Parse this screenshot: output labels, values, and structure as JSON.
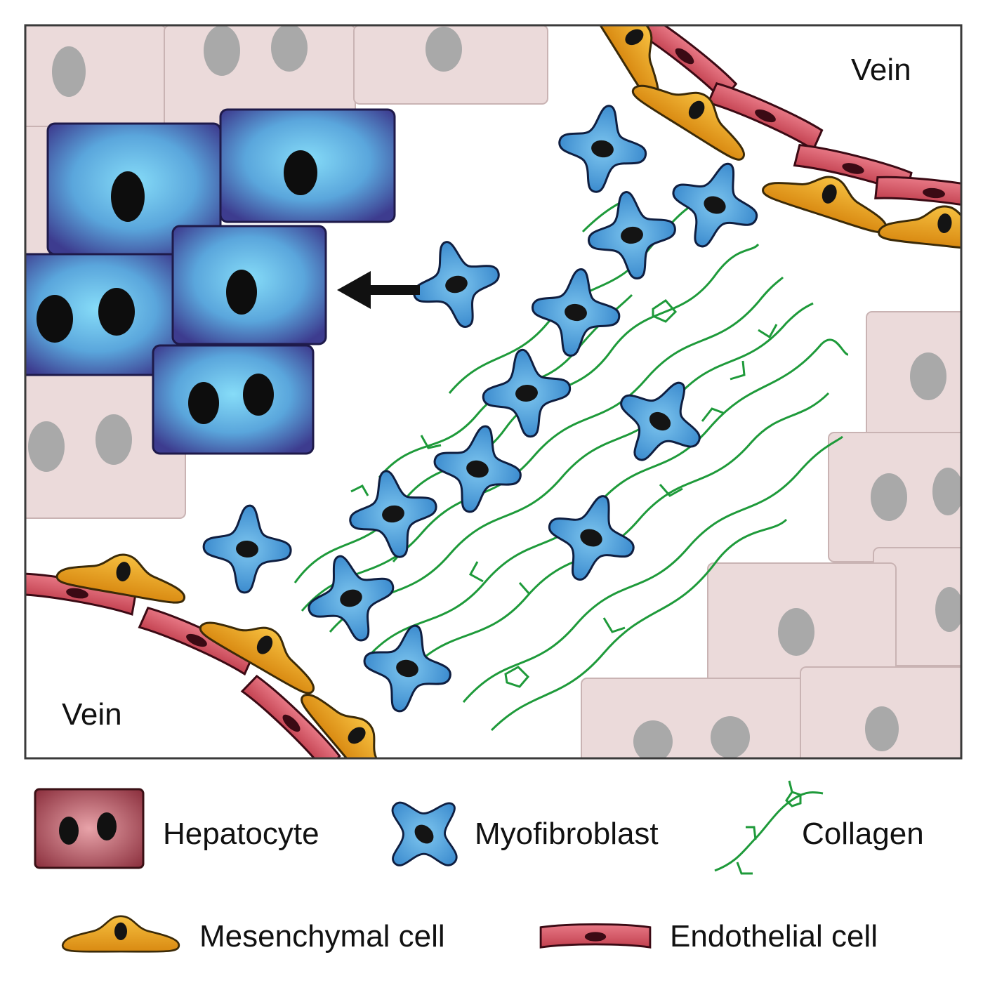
{
  "labels": {
    "vein_top": "Vein",
    "vein_bottom": "Vein"
  },
  "legend": {
    "hepatocyte": "Hepatocyte",
    "myofibroblast": "Myofibroblast",
    "collagen": "Collagen",
    "mesenchymal": "Mesenchymal cell",
    "endothelial": "Endothelial cell"
  },
  "colors": {
    "normal_hepatocyte": "#e8d6d6",
    "normal_nucleus": "#a8a8a8",
    "transformed_cell_edge": "#3b3a8c",
    "transformed_cell_center": "#7fd3f5",
    "myofibroblast": "#3d8fd3",
    "collagen": "#1e9a3a",
    "mesenchymal": "#e8a21c",
    "endothelial": "#d45567",
    "legend_hepatocyte": "#9b3b49"
  }
}
